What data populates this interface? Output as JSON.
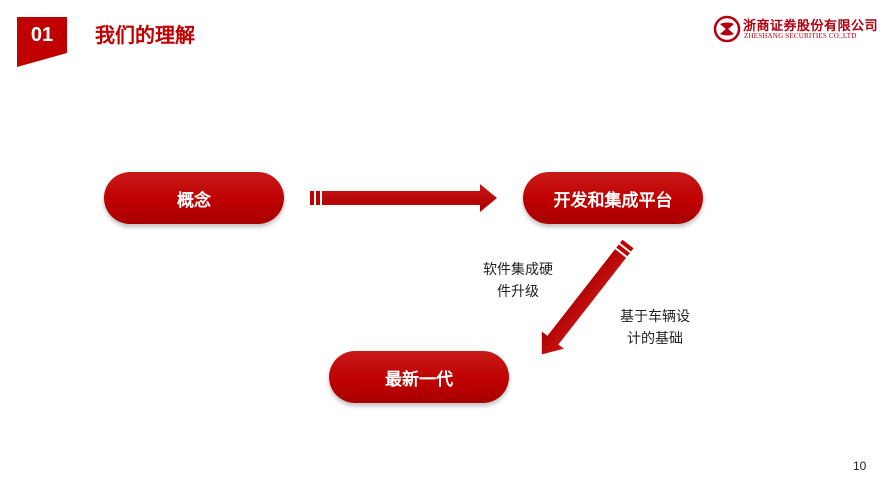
{
  "header": {
    "section_number": "01",
    "title": "我们的理解"
  },
  "logo": {
    "name_cn": "浙商证券股份有限公司",
    "name_en": "ZHESHANG SECURITIES CO.,LTD"
  },
  "flow": {
    "concept": "概念",
    "platform": "开发和集成平台",
    "new_generation": "最新一代",
    "caption_left": [
      "软件集成硬",
      "件升级"
    ],
    "caption_right": [
      "基于车辆设",
      "计的基础"
    ]
  },
  "colors": {
    "brand_red": "#c00000"
  },
  "page_number": "10"
}
